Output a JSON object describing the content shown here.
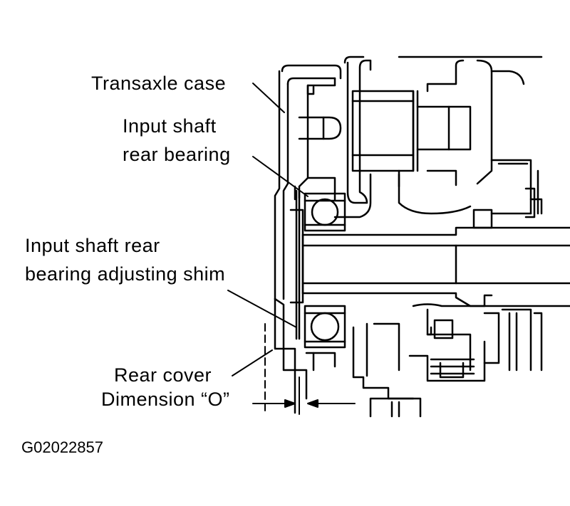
{
  "labels": {
    "transaxle_case": "Transaxle case",
    "input_shaft_rear_bearing_line1": "Input shaft",
    "input_shaft_rear_bearing_line2": "rear bearing",
    "adjusting_shim_line1": "Input shaft rear",
    "adjusting_shim_line2": "bearing adjusting shim",
    "rear_cover": "Rear cover",
    "dimension": "Dimension “O”"
  },
  "figure_code": "G02022857",
  "colors": {
    "ink": "#000000",
    "paper": "#ffffff"
  }
}
